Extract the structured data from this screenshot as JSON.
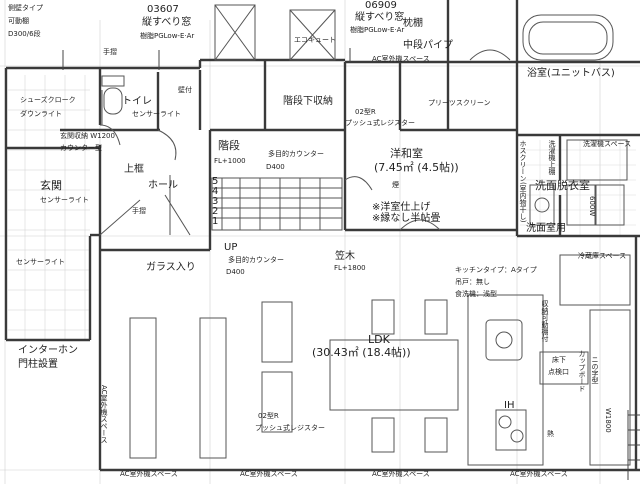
{
  "labels": {
    "wall_type": "側壁タイプ",
    "movable_shelf": "可動棚",
    "shelf_spec": "D300/6段",
    "window_code_1": "03607",
    "window_name_1": "縦すべり窓",
    "window_spec_1": "樹脂PGLow-E·Ar",
    "window_code_2": "06909",
    "window_name_2": "縦すべり窓",
    "window_spec_2": "樹脂PGLow-E·Ar",
    "ecocute": "エコキュート",
    "pillow_shelf": "枕棚",
    "mid_pole": "中段パイプ",
    "bathroom": "浴室(ユニットバス)",
    "handrail_1": "手摺",
    "shoes_cloak": "シューズクローク",
    "downlight": "ダウンライト",
    "toilet": "トイレ",
    "sensor_light_1": "センサーライト",
    "wall_fixture": "壁付",
    "ac_sleeve_1": "AC室外機スペース",
    "under_stair_storage": "階段下収納",
    "reg_02_1": "02型R",
    "push_register_1": "プッシュ式レジスター",
    "pleats_screen": "プリーツスクリーン",
    "entrance_storage": "玄関収納 W1200",
    "counter_type": "カウンター型",
    "stairs": "階段",
    "stairs_fl": "FL+1000",
    "multi_counter_1": "多目的カウンター",
    "multi_counter_1_d": "D400",
    "japanese_room": "洋和室",
    "japanese_room_area": "(7.45㎡ (4.5帖))",
    "laundry_space": "洗濯機スペース",
    "entrance": "玄関",
    "sensor_light_2": "センサーライト",
    "upper_frame": "上框",
    "hall": "ホール",
    "handrail_2": "手摺",
    "ceiling_mark": "煙",
    "western_finish": "※洋室仕上げ",
    "half_tatami": "※縁なし半帖畳",
    "washroom": "洗面脱衣室",
    "houseclean_shelf": "ホスクリーン(室内物干し)",
    "laundry_shelf_label": "洗濯機上棚",
    "ceiling_size": "600W",
    "wash_room_use": "洗面室用",
    "step_1": "1",
    "step_2": "2",
    "step_3": "3",
    "step_4": "4",
    "step_5": "5",
    "up_mark": "UP",
    "sensor_light_3": "センサーライト",
    "glass_insert": "ガラス入り",
    "multi_counter_2": "多目的カウンター",
    "multi_counter_2_d": "D400",
    "sasaki": "笠木",
    "sasaki_fl": "FL+1800",
    "fridge_space": "冷蔵庫スペース",
    "kitchen_type": "キッチンタイプ：Aタイプ",
    "hanging_cabinet": "吊戸：無し",
    "dishwasher": "食洗機：浅型",
    "storage_shelf": "収納可動棚付",
    "intercom": "インターホン",
    "gate_post": "門柱設置",
    "ldk": "LDK",
    "ldk_area": "(30.43㎡ (18.4帖))",
    "cupboard": "カップボード",
    "cupboard_type": "ニの字型",
    "counter_note_1": "床下",
    "counter_note_2": "点検口",
    "width_1800": "W1800",
    "ih": "IH",
    "heat_mark": "熱",
    "ac_sleeve_2": "AC室外機スペース",
    "reg_02_2": "02型R",
    "push_register_2": "プッシュ式レジスター",
    "ac_sleeve_3": "AC室外機スペース",
    "ac_sleeve_4": "AC室外機スペース",
    "ac_sleeve_5": "AC室外機スペース",
    "ac_sleeve_6": "AC室外機スペース"
  }
}
